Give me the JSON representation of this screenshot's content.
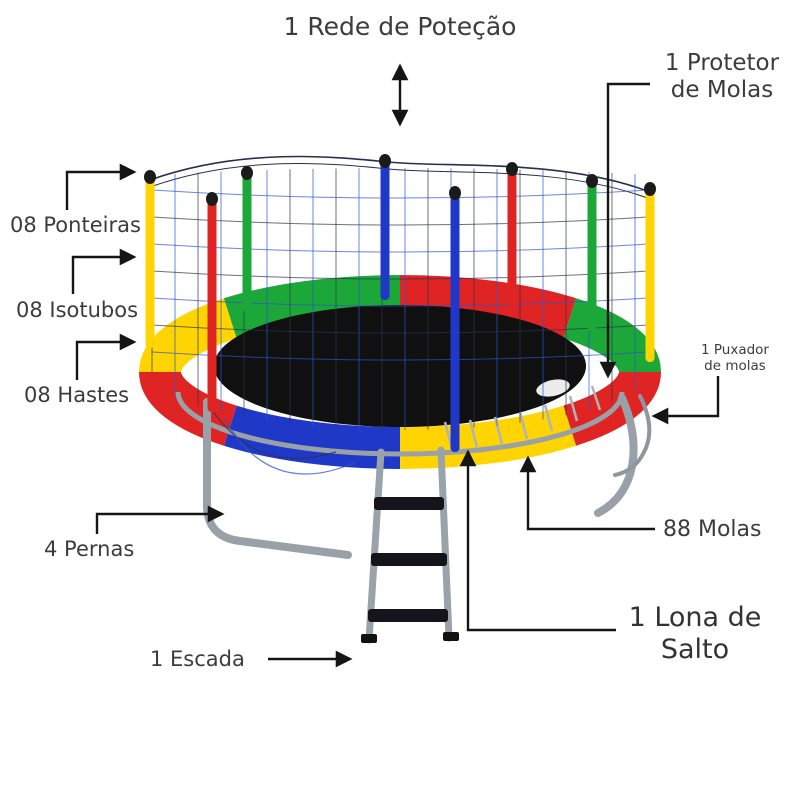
{
  "diagram": {
    "subject": "trampoline-parts-diagram",
    "labels": {
      "rede": "1 Rede de Poteção",
      "protetor": "1 Protetor de Molas",
      "ponteiras": "08 Ponteiras",
      "isotubos": "08 Isotubos",
      "hastes": "08 Hastes",
      "pernas": "4 Pernas",
      "escada": "1 Escada",
      "puxador": "1 Puxador de molas",
      "molas": "88 Molas",
      "lona": "1 Lona de Salto"
    },
    "colors": {
      "red": "#E02424",
      "green": "#1CA838",
      "yellow": "#FFD400",
      "blue": "#2038C8",
      "mat": "#101010",
      "frame": "#99A1A8",
      "net_dark": "#2B3350",
      "net_blue": "#2B55CC",
      "arrow": "#151515",
      "text": "#3C3C3C"
    }
  }
}
